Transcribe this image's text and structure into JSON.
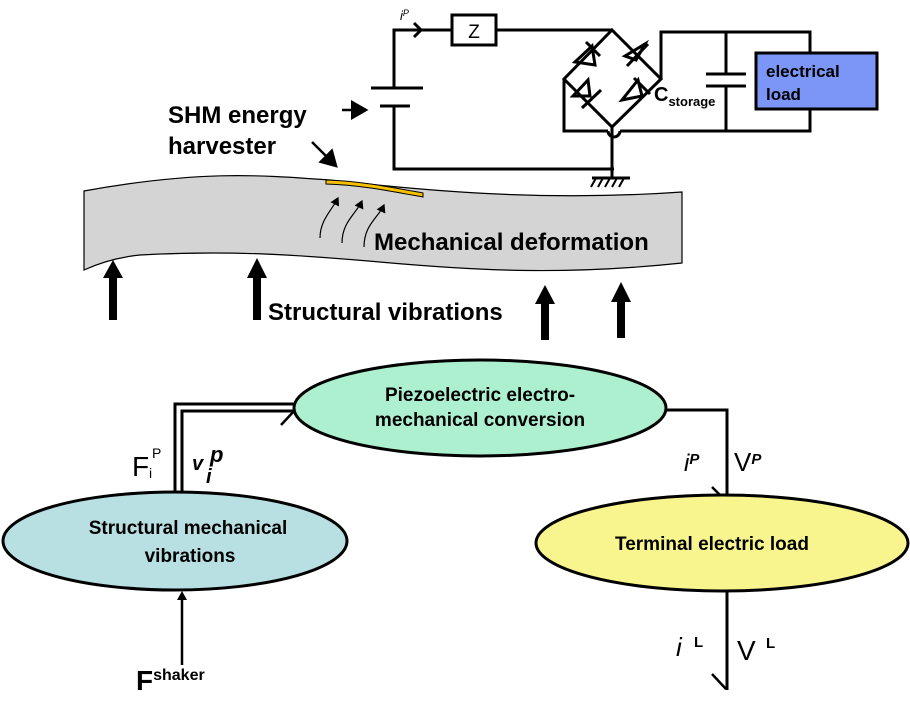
{
  "circuit": {
    "current_label": "i",
    "current_sup": "P",
    "impedance_label": "Z",
    "capacitor_label": "C",
    "capacitor_sub": "storage",
    "load_box_line1": "electrical",
    "load_box_line2": "load",
    "harvester_line1": "SHM energy",
    "harvester_line2": "harvester"
  },
  "beam": {
    "deformation_label": "Mechanical deformation",
    "vibrations_label": "Structural vibrations"
  },
  "flow": {
    "piezo_line1": "Piezoelectric electro-",
    "piezo_line2": "mechanical conversion",
    "structural_line1": "Structural mechanical",
    "structural_line2": "vibrations",
    "terminal_label": "Terminal electric load",
    "force_F": "F",
    "force_sub": "i",
    "force_sup": "P",
    "vel_v": "v",
    "vel_sub": "i",
    "vel_sup": "p",
    "ip_i": "i",
    "ip_sup": "P",
    "vp_V": "V",
    "vp_sup": "P",
    "il_i": "i",
    "il_sup": "L",
    "vl_V": "V",
    "vl_sup": "L",
    "shaker_F": "F",
    "shaker_sup": "shaker"
  },
  "colors": {
    "beam_fill": "#d4d4d4",
    "harvester_strip": "#f5c000",
    "load_box": "#7b96f7",
    "piezo_ellipse": "#adf0cf",
    "structural_ellipse": "#b8dfe1",
    "terminal_ellipse": "#f8f58e"
  }
}
